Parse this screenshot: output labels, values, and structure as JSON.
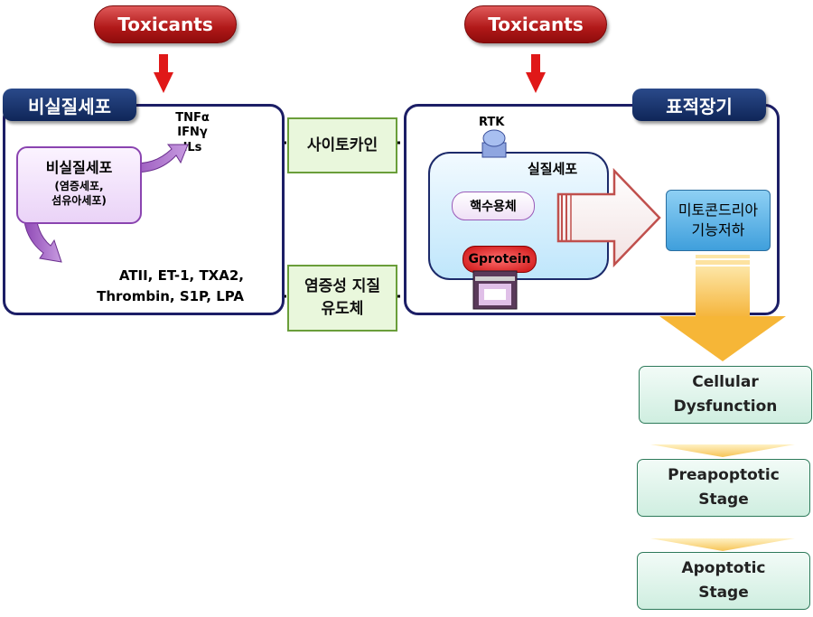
{
  "toxicants_left": "Toxicants",
  "toxicants_right": "Toxicants",
  "left_panel": {
    "tag": "비실질세포",
    "cell_title": "비실질세포",
    "cell_sub1": "(염증세포,",
    "cell_sub2": "섬유아세포)",
    "cytokines": [
      "TNFα",
      "IFNγ",
      "ILs"
    ],
    "mediators_line1": "ATII, ET-1, TXA2,",
    "mediators_line2": "Thrombin, S1P, LPA"
  },
  "middle": {
    "cytokine_box": "사이토카인",
    "inflam_line1": "염증성 지질",
    "inflam_line2": "유도체"
  },
  "right_panel": {
    "tag": "표적장기",
    "rtk": "RTK",
    "cell_title": "실질세포",
    "nucleus": "핵수용체",
    "gprotein": "Gprotein",
    "mito_line1": "미토콘드리아",
    "mito_line2": "기능저하"
  },
  "stages": [
    {
      "line1": "Cellular",
      "line2": "Dysfunction"
    },
    {
      "line1": "Preapoptotic",
      "line2": "Stage"
    },
    {
      "line1": "Apoptotic",
      "line2": "Stage"
    }
  ],
  "colors": {
    "navy": "#1c1e66",
    "red": "#d42020",
    "green_box": "#e9f7dc",
    "stage_box": "#cfeee0",
    "mito_box": "#5fb0e0",
    "purple": "#8a44b0"
  }
}
